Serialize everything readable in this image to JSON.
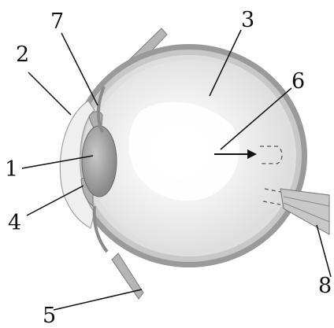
{
  "labels": {
    "l1": "1",
    "l2": "2",
    "l3": "3",
    "l4": "4",
    "l5": "5",
    "l6": "6",
    "l7": "7",
    "l8": "8"
  },
  "colors": {
    "sclera_outer": "#8f8f8f",
    "vitreous": "#e7e7e7",
    "lens": "#9b9b9b",
    "cornea": "#eeeeee",
    "muscle": "#b0b0b0",
    "line": "#111111"
  }
}
